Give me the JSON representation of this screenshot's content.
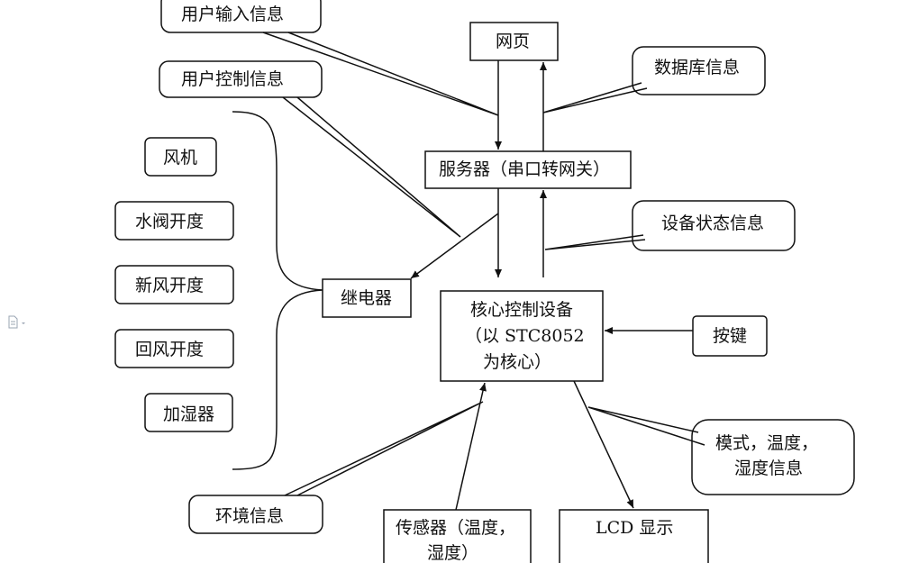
{
  "top": {
    "user_input": "用户输入信息",
    "webpage": "网页",
    "user_control": "用户控制信息",
    "database_info": "数据库信息"
  },
  "server": "服务器（串口转网关）",
  "device_status": "设备状态信息",
  "left_items": [
    "风机",
    "水阀开度",
    "新风开度",
    "回风开度",
    "加湿器"
  ],
  "relay": "继电器",
  "core": {
    "line1": "核心控制设备",
    "line2": "（以 STC8052",
    "line3": "为核心）"
  },
  "keys": "按键",
  "mode_info": {
    "line1": "模式，温度，",
    "line2": "湿度信息"
  },
  "environment": "环境信息",
  "sensor": {
    "line1": "传感器（温度，",
    "line2": "湿度）"
  },
  "lcd": "LCD 显示",
  "icon": "document-icon"
}
